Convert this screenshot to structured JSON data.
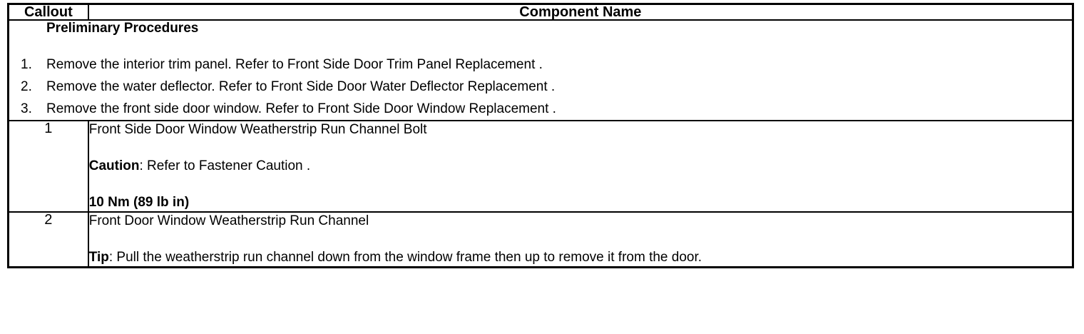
{
  "table": {
    "headers": {
      "callout": "Callout",
      "component_name": "Component Name"
    },
    "preliminary": {
      "title": "Preliminary Procedures",
      "steps": [
        {
          "number": "1.",
          "text": "Remove the interior trim panel. Refer to Front Side Door Trim Panel Replacement ."
        },
        {
          "number": "2.",
          "text": "Remove the water deflector. Refer to Front Side Door Water Deflector Replacement ."
        },
        {
          "number": "3.",
          "text": "Remove the front side door window. Refer to Front Side Door Window Replacement ."
        }
      ]
    },
    "rows": [
      {
        "callout": "1",
        "name": "Front Side Door Window Weatherstrip Run Channel Bolt",
        "caution_label": "Caution",
        "caution_text": ": Refer to Fastener Caution .",
        "torque": "10 Nm (89 lb in)"
      },
      {
        "callout": "2",
        "name": "Front Door Window Weatherstrip Run Channel",
        "tip_label": "Tip",
        "tip_text": ": Pull the weatherstrip run channel down from the window frame then up to remove it from the door."
      }
    ]
  }
}
